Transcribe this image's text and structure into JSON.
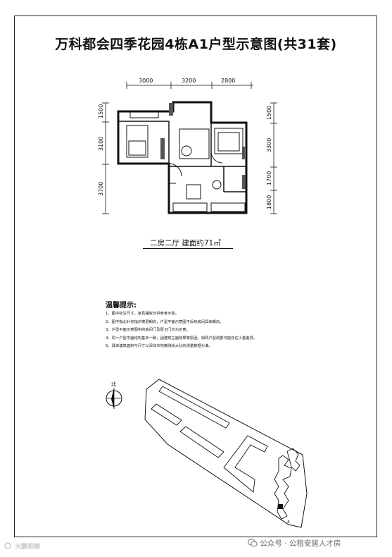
{
  "title": "万科都会四季花园4栋A1户型示意图(共31套)",
  "dimensions": {
    "top": [
      "3000",
      "3200",
      "2800"
    ],
    "left": [
      "1500",
      "3100",
      "3700"
    ],
    "right": [
      "1500",
      "3300",
      "1700",
      "1800"
    ]
  },
  "caption": "二房二厅  建面约71㎡",
  "tips_title": "温馨提示:",
  "tips": [
    "1、图中标注尺寸，家具摆放仅供参考示意。",
    "2、图中指北针仅指示楼层朝向，户型平面示意图不反映房间具体朝向。",
    "3、户型平面示意图中的房间门及厨卫门均为示意。",
    "4、同一户型平面结构基本一致，因建筑立面效果等原因，相同户型局部可能存在少量差异。",
    "5、具体建筑面积与尺寸以深圳市地籍测绘大队的测量数据为准。"
  ],
  "compass_label": "北",
  "site_plan_label": "4",
  "watermark_left": "大鹏观察",
  "watermark_right": "公众号 · 公租安居人才房"
}
